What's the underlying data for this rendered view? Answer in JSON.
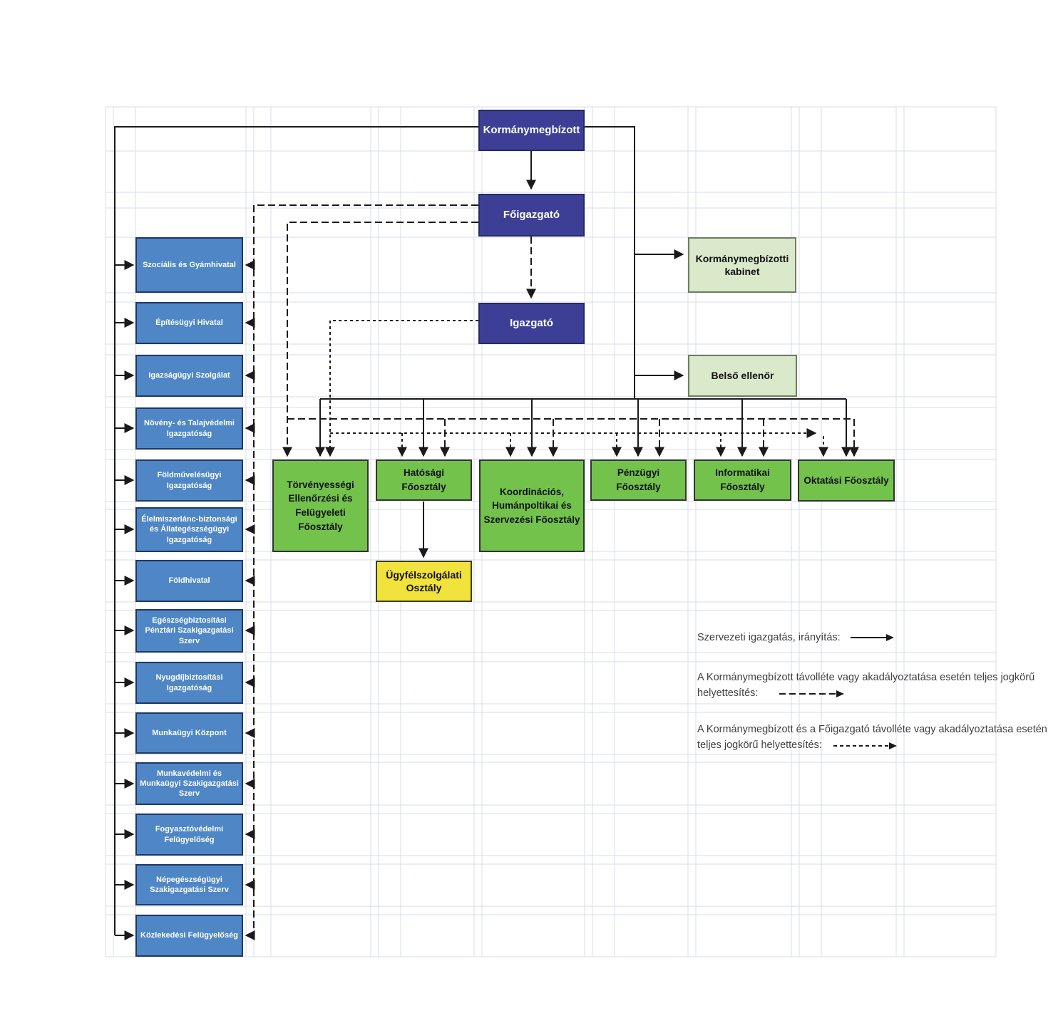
{
  "palette": {
    "dark_blue": "#3c3f95",
    "mid_blue": "#4e86c6",
    "green": "#72c24c",
    "light_green": "#dbe9cb",
    "yellow": "#f2e23c",
    "line": "#1a1a1a",
    "grid": "#d9dee8"
  },
  "nodes": {
    "kormanymegbizott": {
      "label": "Kormánymegbízott"
    },
    "foigazgato": {
      "label": "Főigazgató"
    },
    "igazgato": {
      "label": "Igazgató"
    },
    "kabinet": {
      "label": "Kormánymegbízotti kabinet"
    },
    "belso_ellenor": {
      "label": "Belső ellenőr"
    },
    "foosztalyok": [
      {
        "label": "Törvényességi Ellenőrzési és Felügyeleti Főosztály"
      },
      {
        "label": "Hatósági Főosztály"
      },
      {
        "label": "Koordinációs, Humánpoltikai és Szervezési Főosztály"
      },
      {
        "label": "Pénzügyi Főosztály"
      },
      {
        "label": "Informatikai Főosztály"
      },
      {
        "label": "Oktatási Főosztály"
      }
    ],
    "ugyfelszolgalati": {
      "label": "Ügyfélszolgálati Osztály"
    },
    "left_agencies": [
      {
        "label": "Szociális és Gyámhivatal"
      },
      {
        "label": "Építésügyi Hivatal"
      },
      {
        "label": "Igazságügyi Szolgálat"
      },
      {
        "label": "Növény- és Talajvédelmi Igazgatóság"
      },
      {
        "label": "Földművelésügyi Igazgatóság"
      },
      {
        "label": "Élelmiszerlánc-biztonsági és Állategészségügyi Igazgatóság"
      },
      {
        "label": "Földhivatal"
      },
      {
        "label": "Egészségbiztosítási Pénztári Szakigazgatási Szerv"
      },
      {
        "label": "Nyugdíjbiztosítási Igazgatóság"
      },
      {
        "label": "Munkaügyi Központ"
      },
      {
        "label": "Munkavédelmi és Munkaügyi Szakigazgatási Szerv"
      },
      {
        "label": "Fogyasztóvédelmi Felügyelőség"
      },
      {
        "label": "Népegészségügyi Szakigazgatási Szerv"
      },
      {
        "label": "Közlekedési Felügyelőség"
      }
    ]
  },
  "legend": [
    {
      "text": "Szervezeti igazgatás, irányítás:",
      "style": "solid"
    },
    {
      "text": "A Kormánymegbízott távolléte vagy akadályoztatása esetén teljes jogkörű helyettesítés:",
      "style": "dashed"
    },
    {
      "text": "A Kormánymegbízott és a Főigazgató távolléte vagy akadályoztatása esetén teljes jogkörű helyettesítés:",
      "style": "fine-dashed"
    }
  ]
}
